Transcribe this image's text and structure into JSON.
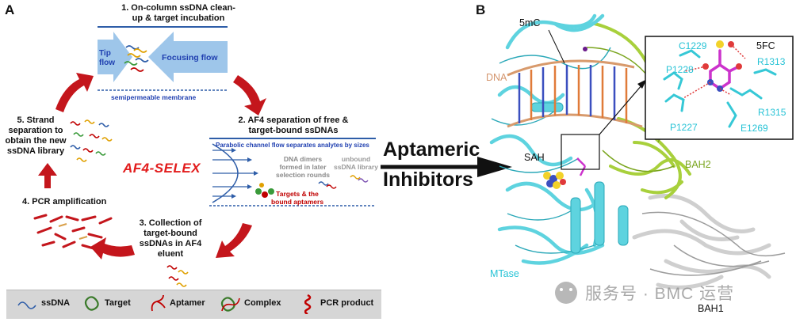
{
  "panel_a": {
    "letter": "A",
    "title_center": "AF4-SELEX",
    "step1": {
      "line1": "1. On-column ssDNA clean-",
      "line2": "up & target incubation"
    },
    "tip_flow": {
      "line1": "Tip",
      "line2": "flow"
    },
    "focusing_flow": "Focusing flow",
    "membrane": "semipermeable membrane",
    "step2": {
      "line1": "2. AF4 separation of free &",
      "line2": "target-bound ssDNAs"
    },
    "parabolic": "Parabolic channel flow separates analytes by sizes",
    "dna_dimers": {
      "line1": "DNA dimers",
      "line2": "formed in later",
      "line3": "selection rounds"
    },
    "unbound": {
      "line1": "unbound",
      "line2": "ssDNA library"
    },
    "targets_bound": {
      "line1": "Targets & the",
      "line2": "bound aptamers"
    },
    "step3": {
      "line1": "3. Collection of",
      "line2": "target-bound",
      "line3": "ssDNAs  in AF4",
      "line4": "eluent"
    },
    "step4": "4. PCR amplification",
    "step5": {
      "line1": "5. Strand",
      "line2": "separation to",
      "line3": "obtain the new",
      "line4": "ssDNA library"
    },
    "legend": [
      {
        "label": "ssDNA",
        "icon": "ssdna-icon"
      },
      {
        "label": "Target",
        "icon": "target-icon"
      },
      {
        "label": "Aptamer",
        "icon": "aptamer-icon"
      },
      {
        "label": "Complex",
        "icon": "complex-icon"
      },
      {
        "label": "PCR product",
        "icon": "pcr-product-icon"
      }
    ]
  },
  "middle": {
    "line1": "Aptameric",
    "line2": "Inhibitors"
  },
  "panel_b": {
    "letter": "B",
    "labels": {
      "mc": "5mC",
      "dna": "DNA",
      "sah": "SAH",
      "bah2": "BAH2",
      "mtase": "MTase",
      "bah1": "BAH1"
    },
    "inset": {
      "c1229": "C1229",
      "fc": "5FC",
      "p1228": "P1228",
      "r1313": "R1313",
      "p1227": "P1227",
      "r1315": "R1315",
      "e1269": "E1269"
    },
    "watermark": "服务号 · BMC 运营"
  },
  "colors": {
    "red_arrow": "#c4161c",
    "blue_flow": "#9ec6ea",
    "mtase_cyan": "#5ed3df",
    "bah2_green": "#a8d03c",
    "bah1_gray": "#cfcfcf",
    "dna_tan": "#d89a6c",
    "ligand_magenta": "#cc33cc"
  }
}
